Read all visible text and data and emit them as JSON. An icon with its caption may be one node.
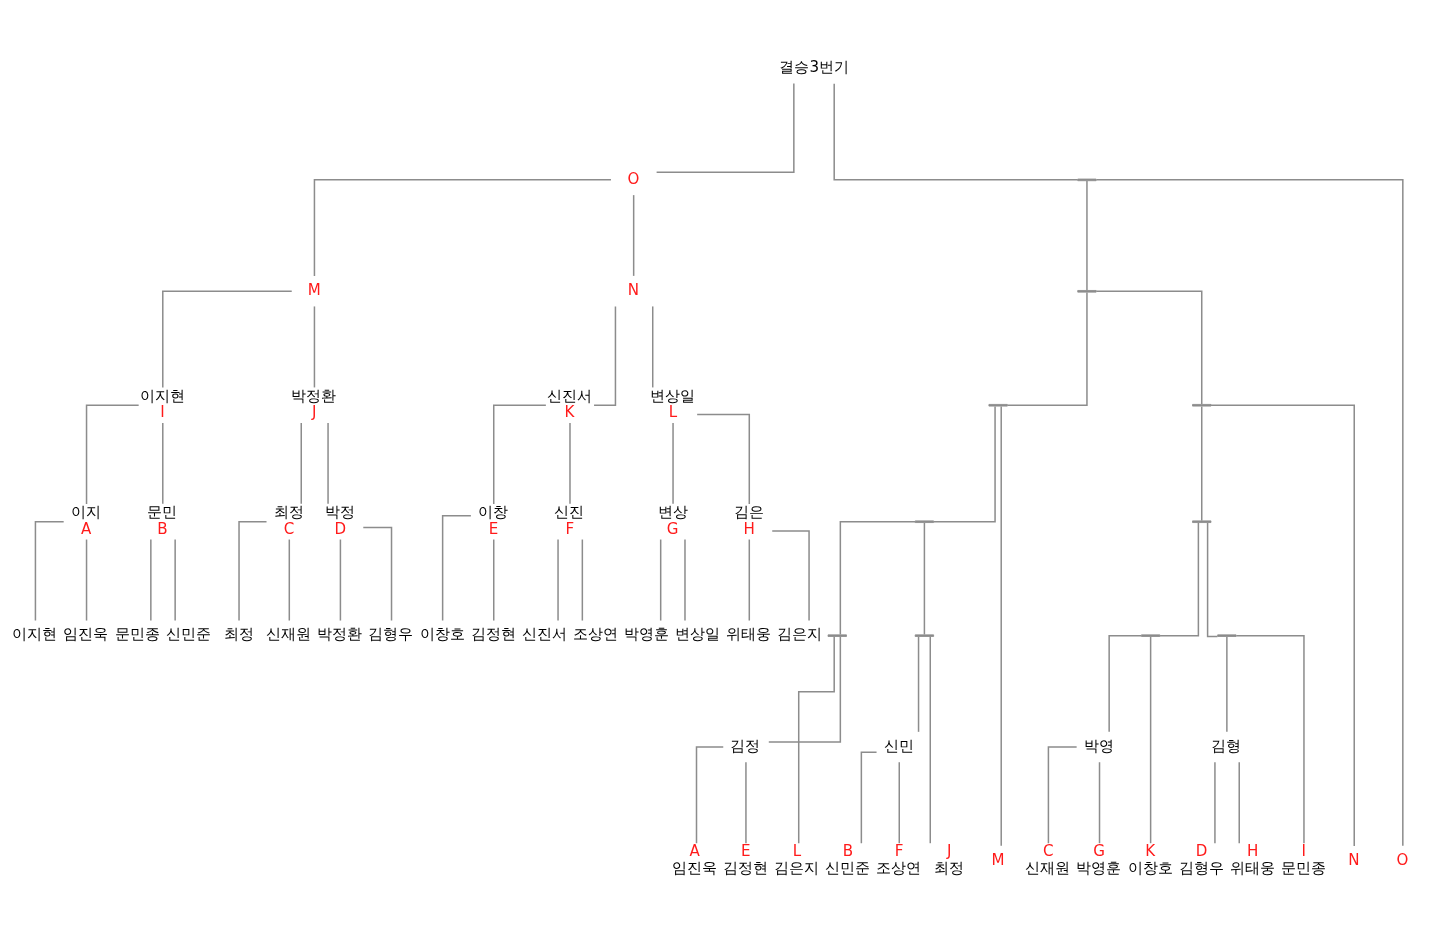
{
  "diagram": {
    "nodes": [
      {
        "text": [
          "결승3번기"
        ]
      },
      {
        "text": [
          "O"
        ]
      },
      {
        "text": [],
        "shape": "bar"
      },
      {
        "text": [
          "M"
        ]
      },
      {
        "text": [
          "N"
        ]
      },
      {
        "text": [],
        "shape": "bar"
      },
      {
        "text": [
          "이지현",
          "I"
        ]
      },
      {
        "text": [
          "박정환",
          "J"
        ]
      },
      {
        "text": [
          "신진서",
          "K"
        ]
      },
      {
        "text": [
          "변상일",
          "L"
        ]
      },
      {
        "text": [],
        "shape": "bar"
      },
      {
        "text": [],
        "shape": "bar"
      },
      {
        "text": [
          "이지",
          "A"
        ]
      },
      {
        "text": [
          "문민",
          "B"
        ]
      },
      {
        "text": [
          "최정",
          "C"
        ]
      },
      {
        "text": [
          "박정",
          "D"
        ]
      },
      {
        "text": [
          "이창",
          "E"
        ]
      },
      {
        "text": [
          "신진",
          "F"
        ]
      },
      {
        "text": [
          "변상",
          "G"
        ]
      },
      {
        "text": [
          "김은",
          "H"
        ]
      },
      {
        "text": [],
        "shape": "bar"
      },
      {
        "text": [],
        "shape": "bar"
      },
      {
        "text": [
          "이지현"
        ]
      },
      {
        "text": [
          "임진욱"
        ]
      },
      {
        "text": [
          "문민종"
        ]
      },
      {
        "text": [
          "신민준"
        ]
      },
      {
        "text": [
          "최정"
        ]
      },
      {
        "text": [
          "신재원"
        ]
      },
      {
        "text": [
          "박정환"
        ]
      },
      {
        "text": [
          "김형우"
        ]
      },
      {
        "text": [
          "이창호"
        ]
      },
      {
        "text": [
          "김정현"
        ]
      },
      {
        "text": [
          "신진서"
        ]
      },
      {
        "text": [
          "조상연"
        ]
      },
      {
        "text": [
          "박영훈"
        ]
      },
      {
        "text": [
          "변상일"
        ]
      },
      {
        "text": [
          "위태웅"
        ]
      },
      {
        "text": [
          "김은지"
        ]
      },
      {
        "text": [],
        "shape": "bar"
      },
      {
        "text": [],
        "shape": "bar"
      },
      {
        "text": [],
        "shape": "bar"
      },
      {
        "text": [],
        "shape": "bar"
      },
      {
        "text": [
          "김정"
        ]
      },
      {
        "text": [
          "신민"
        ]
      },
      {
        "text": [
          "박영"
        ]
      },
      {
        "text": [
          "김형"
        ]
      },
      {
        "text": [
          "A",
          "임진욱"
        ]
      },
      {
        "text": [
          "E",
          "김정현"
        ]
      },
      {
        "text": [
          "L",
          "김은지"
        ]
      },
      {
        "text": [
          "B",
          "신민준"
        ]
      },
      {
        "text": [
          "F",
          "조상연"
        ]
      },
      {
        "text": [
          "J",
          "최정"
        ]
      },
      {
        "text": [
          "M"
        ]
      },
      {
        "text": [
          "C",
          "신재원"
        ]
      },
      {
        "text": [
          "G",
          "박영훈"
        ]
      },
      {
        "text": [
          "K",
          "이창호"
        ]
      },
      {
        "text": [
          "D",
          "김형우"
        ]
      },
      {
        "text": [
          "H",
          "위태웅"
        ]
      },
      {
        "text": [
          "I",
          "문민종"
        ]
      },
      {
        "text": [
          "N"
        ]
      },
      {
        "text": [
          "O"
        ]
      }
    ],
    "edges": [
      {
        "from": 0,
        "to": 1,
        "arrow": "none"
      },
      {
        "from": 0,
        "to": 2,
        "arrow": "none"
      },
      {
        "from": 1,
        "to": 3,
        "arrow": "none"
      },
      {
        "from": 1,
        "to": 4,
        "arrow": "none"
      },
      {
        "from": 2,
        "to": 5,
        "arrow": "none"
      },
      {
        "from": 2,
        "to": 60,
        "arrow": "none"
      },
      {
        "from": 3,
        "to": 6,
        "arrow": "none"
      },
      {
        "from": 3,
        "to": 7,
        "arrow": "none"
      },
      {
        "from": 4,
        "to": 8,
        "arrow": "none"
      },
      {
        "from": 4,
        "to": 9,
        "arrow": "none"
      },
      {
        "from": 5,
        "to": 10,
        "arrow": "none"
      },
      {
        "from": 5,
        "to": 11,
        "arrow": "none"
      },
      {
        "from": 6,
        "to": 12,
        "arrow": "none"
      },
      {
        "from": 6,
        "to": 13,
        "arrow": "none"
      },
      {
        "from": 7,
        "to": 14,
        "arrow": "none"
      },
      {
        "from": 7,
        "to": 15,
        "arrow": "none"
      },
      {
        "from": 8,
        "to": 16,
        "arrow": "none"
      },
      {
        "from": 8,
        "to": 17,
        "arrow": "none"
      },
      {
        "from": 9,
        "to": 18,
        "arrow": "none"
      },
      {
        "from": 9,
        "to": 19,
        "arrow": "none"
      },
      {
        "from": 10,
        "to": 20,
        "arrow": "none"
      },
      {
        "from": 10,
        "to": 52,
        "arrow": "none"
      },
      {
        "from": 11,
        "to": 21,
        "arrow": "none"
      },
      {
        "from": 11,
        "to": 59,
        "arrow": "none"
      },
      {
        "from": 12,
        "to": 22,
        "arrow": "none"
      },
      {
        "from": 12,
        "to": 23,
        "arrow": "none"
      },
      {
        "from": 13,
        "to": 24,
        "arrow": "none"
      },
      {
        "from": 13,
        "to": 25,
        "arrow": "none"
      },
      {
        "from": 14,
        "to": 26,
        "arrow": "none"
      },
      {
        "from": 14,
        "to": 27,
        "arrow": "none"
      },
      {
        "from": 15,
        "to": 28,
        "arrow": "none"
      },
      {
        "from": 15,
        "to": 29,
        "arrow": "none"
      },
      {
        "from": 16,
        "to": 30,
        "arrow": "none"
      },
      {
        "from": 16,
        "to": 31,
        "arrow": "none"
      },
      {
        "from": 17,
        "to": 32,
        "arrow": "none"
      },
      {
        "from": 17,
        "to": 33,
        "arrow": "none"
      },
      {
        "from": 18,
        "to": 34,
        "arrow": "none"
      },
      {
        "from": 18,
        "to": 35,
        "arrow": "none"
      },
      {
        "from": 19,
        "to": 36,
        "arrow": "none"
      },
      {
        "from": 19,
        "to": 37,
        "arrow": "none"
      },
      {
        "from": 20,
        "to": 38,
        "arrow": "none"
      },
      {
        "from": 20,
        "to": 39,
        "arrow": "none"
      },
      {
        "from": 21,
        "to": 40,
        "arrow": "none"
      },
      {
        "from": 21,
        "to": 41,
        "arrow": "none"
      },
      {
        "from": 38,
        "to": 42,
        "arrow": "none"
      },
      {
        "from": 38,
        "to": 48,
        "arrow": "none"
      },
      {
        "from": 39,
        "to": 43,
        "arrow": "none"
      },
      {
        "from": 39,
        "to": 51,
        "arrow": "none"
      },
      {
        "from": 40,
        "to": 44,
        "arrow": "none"
      },
      {
        "from": 40,
        "to": 55,
        "arrow": "none"
      },
      {
        "from": 41,
        "to": 45,
        "arrow": "none"
      },
      {
        "from": 41,
        "to": 58,
        "arrow": "none"
      },
      {
        "from": 42,
        "to": 46,
        "arrow": "none"
      },
      {
        "from": 42,
        "to": 47,
        "arrow": "none"
      },
      {
        "from": 43,
        "to": 49,
        "arrow": "none"
      },
      {
        "from": 43,
        "to": 50,
        "arrow": "none"
      },
      {
        "from": 44,
        "to": 53,
        "arrow": "none"
      },
      {
        "from": 44,
        "to": 54,
        "arrow": "none"
      },
      {
        "from": 45,
        "to": 56,
        "arrow": "none"
      },
      {
        "from": 45,
        "to": 57,
        "arrow": "none"
      }
    ]
  }
}
